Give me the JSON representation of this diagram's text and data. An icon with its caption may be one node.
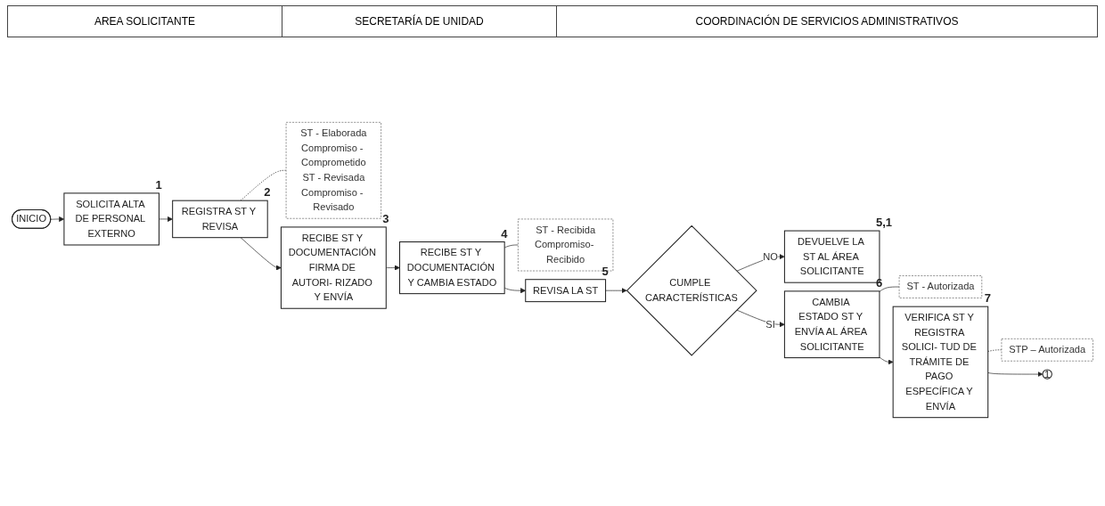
{
  "diagram": {
    "nodes": [
      {
        "text": [
          "INICIO"
        ]
      },
      {
        "text": [
          "SOLICITA ALTA DE PERSONAL EXTERNO"
        ],
        "beside": [
          "1"
        ]
      },
      {
        "text": [
          "REGISTRA ST Y REVISA"
        ],
        "beside": [
          "2"
        ]
      },
      {
        "text": [
          "ST - Elaborada",
          "Compromiso - Comprometido",
          "ST - Revisada",
          "Compromiso - Revisado"
        ]
      },
      {
        "text": [
          "RECIBE ST Y DOCUMENTACIÓN FIRMA DE AUTORI- RIZADO Y ENVÍA"
        ],
        "beside": [
          "3"
        ]
      },
      {
        "text": [
          "RECIBE ST Y DOCUMENTACIÓN Y CAMBIA ESTADO"
        ],
        "beside": [
          "4"
        ]
      },
      {
        "text": [
          "ST - Recibida",
          "Compromiso- Recibido"
        ]
      },
      {
        "text": [
          "REVISA LA ST"
        ],
        "beside": [
          "5"
        ]
      },
      {
        "text": [
          "CUMPLE CARACTERÍSTICAS"
        ]
      },
      {
        "text": [
          "DEVUELVE LA ST AL ÁREA SOLICITANTE"
        ],
        "beside": [
          "5,1"
        ]
      },
      {
        "text": [
          "CAMBIA ESTADO ST Y ENVÍA AL ÁREA SOLICITANTE"
        ],
        "beside": [
          "6"
        ]
      },
      {
        "text": [
          "ST - Autorizada"
        ]
      },
      {
        "text": [
          "VERIFICA ST Y REGISTRA SOLICI- TUD DE TRÁMITE DE PAGO ESPECÍFICA Y ENVÍA"
        ],
        "beside": [
          "7"
        ]
      },
      {
        "text": [
          "STP – Autorizada"
        ]
      },
      {
        "text": [
          "1"
        ]
      }
    ],
    "edges": [
      {
        "from": 0,
        "to": 1,
        "arrow": "to"
      },
      {
        "from": 1,
        "to": 2,
        "arrow": "to"
      },
      {
        "from": 2,
        "to": 3,
        "arrow": "none",
        "style": "dashed"
      },
      {
        "from": 2,
        "to": 4,
        "arrow": "to"
      },
      {
        "from": 4,
        "to": 5,
        "arrow": "to"
      },
      {
        "from": 5,
        "to": 6,
        "arrow": "none"
      },
      {
        "from": 5,
        "to": 7,
        "arrow": "to"
      },
      {
        "from": 7,
        "to": 8,
        "arrow": "to"
      },
      {
        "from": 8,
        "to": 9,
        "arrow": "to",
        "label": "NO"
      },
      {
        "from": 8,
        "to": 10,
        "arrow": "to",
        "label": "SI"
      },
      {
        "from": 10,
        "to": 11,
        "arrow": "none"
      },
      {
        "from": 10,
        "to": 12,
        "arrow": "to"
      },
      {
        "from": 12,
        "to": 13,
        "arrow": "none",
        "style": "dashed"
      },
      {
        "from": 12,
        "to": 14,
        "arrow": "to"
      }
    ],
    "labels": [
      "AREA SOLICITANTE",
      "SECRETARÍA DE UNIDAD",
      "COORDINACIÓN DE SERVICIOS ADMINISTRATIVOS"
    ]
  }
}
